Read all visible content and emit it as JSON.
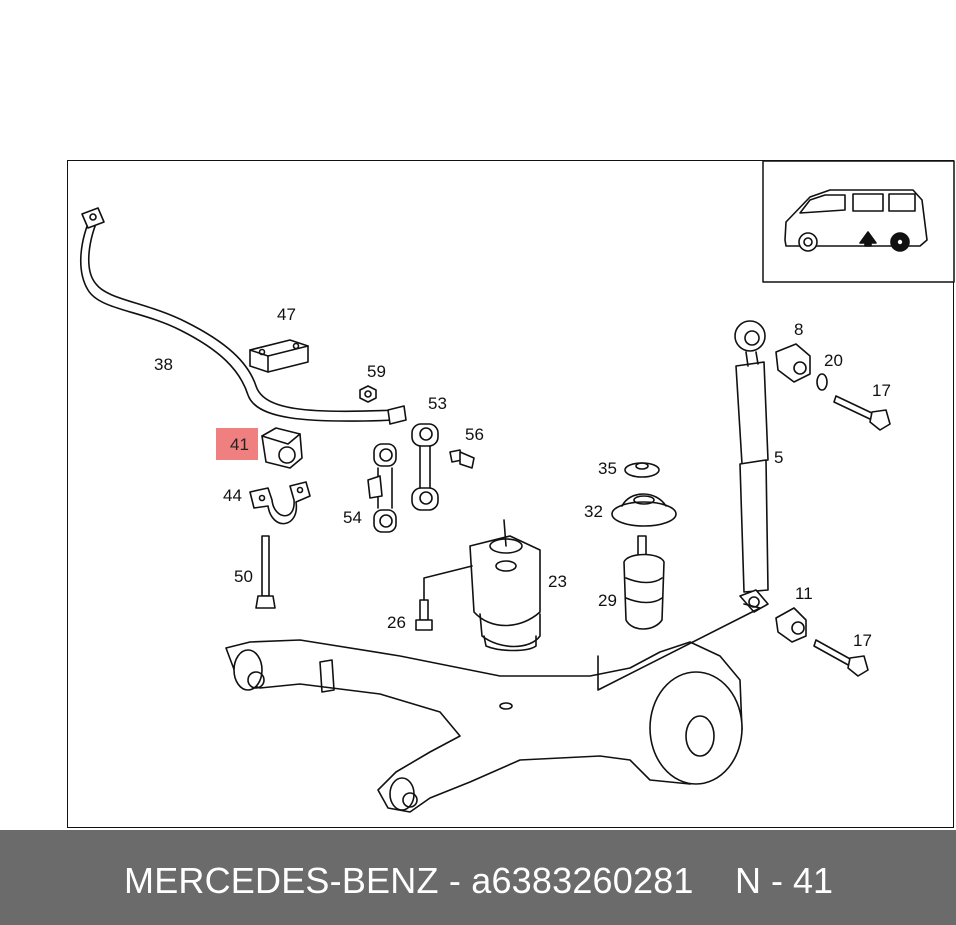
{
  "callouts": {
    "c47": "47",
    "c38": "38",
    "c59": "59",
    "c53": "53",
    "c56": "56",
    "c41": "41",
    "c44": "44",
    "c54": "54",
    "c50": "50",
    "c26": "26",
    "c23": "23",
    "c35": "35",
    "c32": "32",
    "c29": "29",
    "c8": "8",
    "c20": "20",
    "c17a": "17",
    "c5": "5",
    "c11": "11",
    "c17b": "17"
  },
  "footer": {
    "brand_part": "MERCEDES-BENZ - a6383260281",
    "position": "N - 41"
  },
  "colors": {
    "highlight": "#f08080",
    "footer_bg": "#6b6b6b"
  }
}
